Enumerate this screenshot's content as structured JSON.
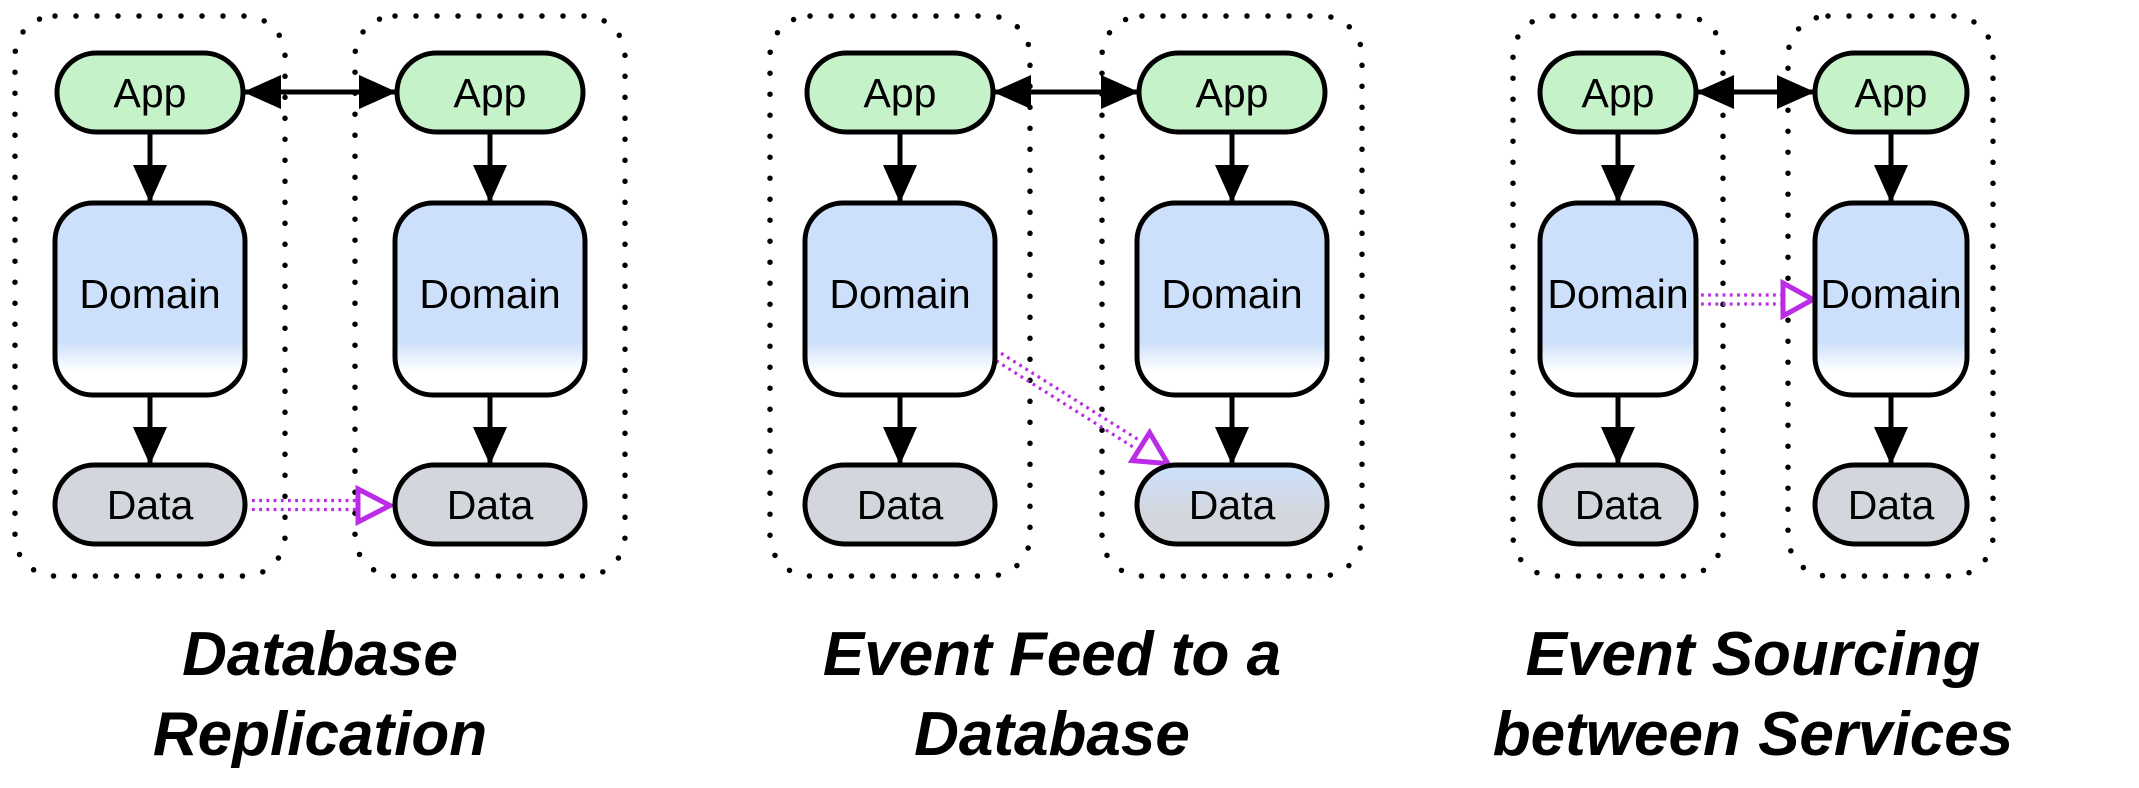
{
  "colors": {
    "background": "#ffffff",
    "stroke": "#000000",
    "app_fill": "#c6f2c9",
    "domain_fill": "#cce0fb",
    "data_fill": "#d3d7dd",
    "event_arrow": "#ba2ce6"
  },
  "diagrams": [
    {
      "caption": "Database\nReplication",
      "services": [
        {
          "app": "App",
          "domain": "Domain",
          "data": "Data"
        },
        {
          "app": "App",
          "domain": "Domain",
          "data": "Data"
        }
      ],
      "edges": [
        {
          "from": "left.app",
          "to": "right.app",
          "line": "solid",
          "arrowheads": "both"
        },
        {
          "from": "left.app",
          "to": "left.domain",
          "line": "solid",
          "arrowheads": "end"
        },
        {
          "from": "left.domain",
          "to": "left.data",
          "line": "solid",
          "arrowheads": "end"
        },
        {
          "from": "right.app",
          "to": "right.domain",
          "line": "solid",
          "arrowheads": "end"
        },
        {
          "from": "right.domain",
          "to": "right.data",
          "line": "solid",
          "arrowheads": "end"
        },
        {
          "from": "left.data",
          "to": "right.data",
          "line": "double-dotted",
          "arrowheads": "open-triangle-end"
        }
      ]
    },
    {
      "caption": "Event Feed to a\nDatabase",
      "services": [
        {
          "app": "App",
          "domain": "Domain",
          "data": "Data"
        },
        {
          "app": "App",
          "domain": "Domain",
          "data": "Data",
          "data_variant": "blue-gray-gradient"
        }
      ],
      "edges": [
        {
          "from": "left.app",
          "to": "right.app",
          "line": "solid",
          "arrowheads": "both"
        },
        {
          "from": "left.app",
          "to": "left.domain",
          "line": "solid",
          "arrowheads": "end"
        },
        {
          "from": "left.domain",
          "to": "left.data",
          "line": "solid",
          "arrowheads": "end"
        },
        {
          "from": "right.app",
          "to": "right.domain",
          "line": "solid",
          "arrowheads": "end"
        },
        {
          "from": "right.domain",
          "to": "right.data",
          "line": "solid",
          "arrowheads": "end"
        },
        {
          "from": "left.domain",
          "to": "right.data",
          "line": "double-dotted",
          "arrowheads": "open-triangle-end"
        }
      ]
    },
    {
      "caption": "Event Sourcing\nbetween Services",
      "services": [
        {
          "app": "App",
          "domain": "Domain",
          "data": "Data"
        },
        {
          "app": "App",
          "domain": "Domain",
          "data": "Data"
        }
      ],
      "edges": [
        {
          "from": "left.app",
          "to": "right.app",
          "line": "solid",
          "arrowheads": "both"
        },
        {
          "from": "left.app",
          "to": "left.domain",
          "line": "solid",
          "arrowheads": "end"
        },
        {
          "from": "left.domain",
          "to": "left.data",
          "line": "solid",
          "arrowheads": "end"
        },
        {
          "from": "right.app",
          "to": "right.domain",
          "line": "solid",
          "arrowheads": "end"
        },
        {
          "from": "right.domain",
          "to": "right.data",
          "line": "solid",
          "arrowheads": "end"
        },
        {
          "from": "left.domain",
          "to": "right.domain",
          "line": "double-dotted",
          "arrowheads": "open-triangle-end"
        }
      ]
    }
  ]
}
